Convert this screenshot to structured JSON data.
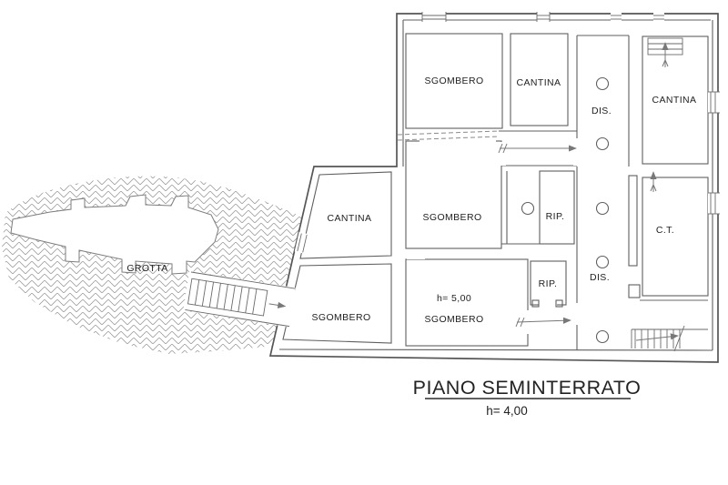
{
  "plan": {
    "title": "PIANO SEMINTERRATO",
    "title_height": "h= 4,00",
    "rooms": {
      "sgombero_top": "SGOMBERO",
      "cantina_top": "CANTINA",
      "dis_top": "DIS.",
      "cantina_right": "CANTINA",
      "grotta": "GROTTA",
      "cantina_left": "CANTINA",
      "sgombero_center": "SGOMBERO",
      "rip_upper": "RIP.",
      "ct": "C.T.",
      "dis_lower": "DIS.",
      "rip_lower": "RIP.",
      "sgombero_left": "SGOMBERO",
      "sgombero_bottom_height": "h= 5,00",
      "sgombero_bottom": "SGOMBERO"
    },
    "colors": {
      "line": "#5f5f5f",
      "text": "#222222",
      "hatch": "#9e9e9e",
      "background": "#ffffff"
    }
  }
}
